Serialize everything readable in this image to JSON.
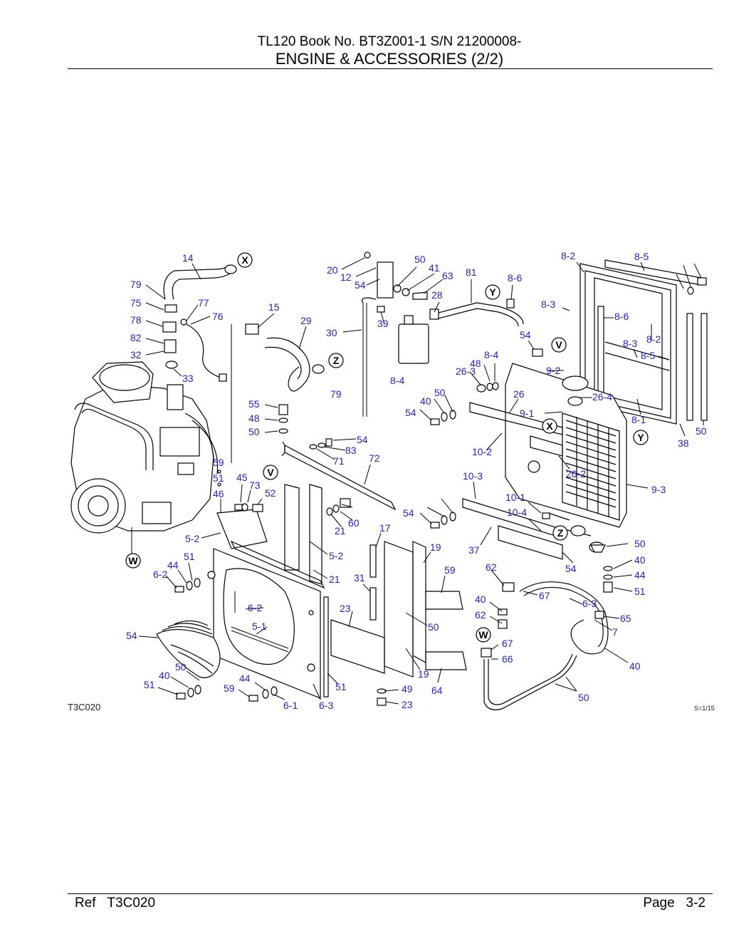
{
  "header": {
    "title_line": "TL120  Book No. BT3Z001-1 S/N 21200008-",
    "section_title": "ENGINE & ACCESSORIES (2/2)"
  },
  "diagram": {
    "figure_code": "T3C020",
    "scale_note": "S=1/15",
    "markers": [
      "X",
      "Y",
      "Z",
      "V",
      "W"
    ],
    "callouts": [
      "14",
      "79",
      "75",
      "77",
      "76",
      "78",
      "82",
      "32",
      "33",
      "15",
      "29",
      "30",
      "39",
      "20",
      "12",
      "54",
      "50",
      "41",
      "63",
      "81",
      "28",
      "79",
      "8-4",
      "8-6",
      "8-2",
      "8-5",
      "8-3",
      "8-6",
      "8-2",
      "8-3",
      "8-5",
      "8-1",
      "38",
      "50",
      "54",
      "48",
      "8-4",
      "26-3",
      "9-2",
      "26-4",
      "26",
      "9-1",
      "9-3",
      "10-2",
      "26-2",
      "10-3",
      "10-1",
      "10-4",
      "37",
      "54",
      "50",
      "40",
      "44",
      "51",
      "55",
      "48",
      "50",
      "54",
      "83",
      "71",
      "72",
      "59",
      "51",
      "45",
      "73",
      "52",
      "46",
      "60",
      "21",
      "17",
      "5-2",
      "5-2",
      "19",
      "59",
      "51",
      "44",
      "6-2",
      "21",
      "31",
      "62",
      "67",
      "6-3",
      "6-2",
      "5-1",
      "23",
      "50",
      "40",
      "62",
      "65",
      "7",
      "54",
      "50",
      "40",
      "51",
      "44",
      "59",
      "6-1",
      "6-3",
      "51",
      "49",
      "23",
      "19",
      "64",
      "67",
      "66",
      "40",
      "50",
      "54",
      "40",
      "50",
      "54"
    ]
  },
  "footer": {
    "ref_label": "Ref",
    "ref_code": "T3C020",
    "page_label": "Page",
    "page_number": "3-2"
  }
}
